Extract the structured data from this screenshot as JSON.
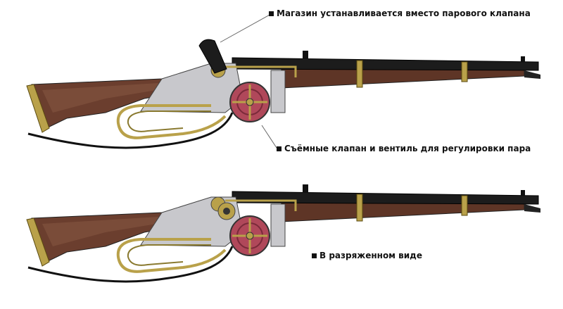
{
  "annotations": {
    "magazine": "Магазин устанавливается вместо парового клапана",
    "valve": "Съёмные клапан и вентиль для регулировки пара",
    "unloaded": "В разряженном виде"
  },
  "colors": {
    "wood": "#6b3e2e",
    "wood_light": "#8a5a44",
    "barrel": "#1c1c1c",
    "brass": "#b9a14a",
    "steel": "#c8c8cc",
    "wheel": "#b0485a"
  }
}
